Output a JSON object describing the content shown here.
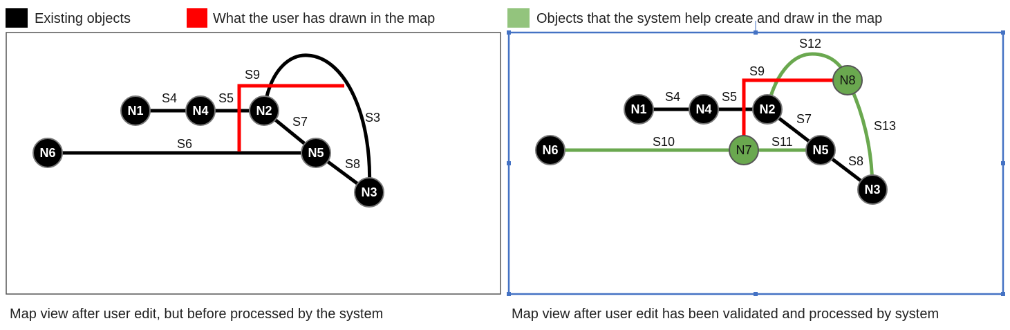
{
  "colors": {
    "existing": "#000000",
    "user": "#ff0000",
    "system": "#6aa84f",
    "legend_system": "#93c47d",
    "frame_left": "#555555",
    "frame_right": "#4472c4",
    "node_text_dark": "#ffffff",
    "node_text_green": "#111111"
  },
  "legend": [
    {
      "label": "Existing objects",
      "swatch": "existing"
    },
    {
      "label": "What the user has drawn in the map",
      "swatch": "user"
    },
    {
      "label": "Objects that the system help create and draw in the map",
      "swatch": "legend_system"
    }
  ],
  "panels": [
    {
      "id": "before",
      "caption": "Map view after user edit, but before processed by the system",
      "segment_labels": [
        "S4",
        "S5",
        "S9",
        "S7",
        "S3",
        "S6",
        "S8"
      ],
      "nodes": [
        {
          "label": "N1",
          "kind": "existing"
        },
        {
          "label": "N4",
          "kind": "existing"
        },
        {
          "label": "N2",
          "kind": "existing"
        },
        {
          "label": "N5",
          "kind": "existing"
        },
        {
          "label": "N3",
          "kind": "existing"
        },
        {
          "label": "N6",
          "kind": "existing"
        }
      ]
    },
    {
      "id": "after",
      "caption": "Map view after user edit has been validated and processed by system",
      "segment_labels": [
        "S4",
        "S5",
        "S9",
        "S12",
        "S7",
        "S13",
        "S10",
        "S11",
        "S8"
      ],
      "nodes": [
        {
          "label": "N1",
          "kind": "existing"
        },
        {
          "label": "N4",
          "kind": "existing"
        },
        {
          "label": "N2",
          "kind": "existing"
        },
        {
          "label": "N8",
          "kind": "system"
        },
        {
          "label": "N5",
          "kind": "existing"
        },
        {
          "label": "N6",
          "kind": "existing"
        },
        {
          "label": "N7",
          "kind": "system"
        },
        {
          "label": "N3",
          "kind": "existing"
        }
      ]
    }
  ]
}
